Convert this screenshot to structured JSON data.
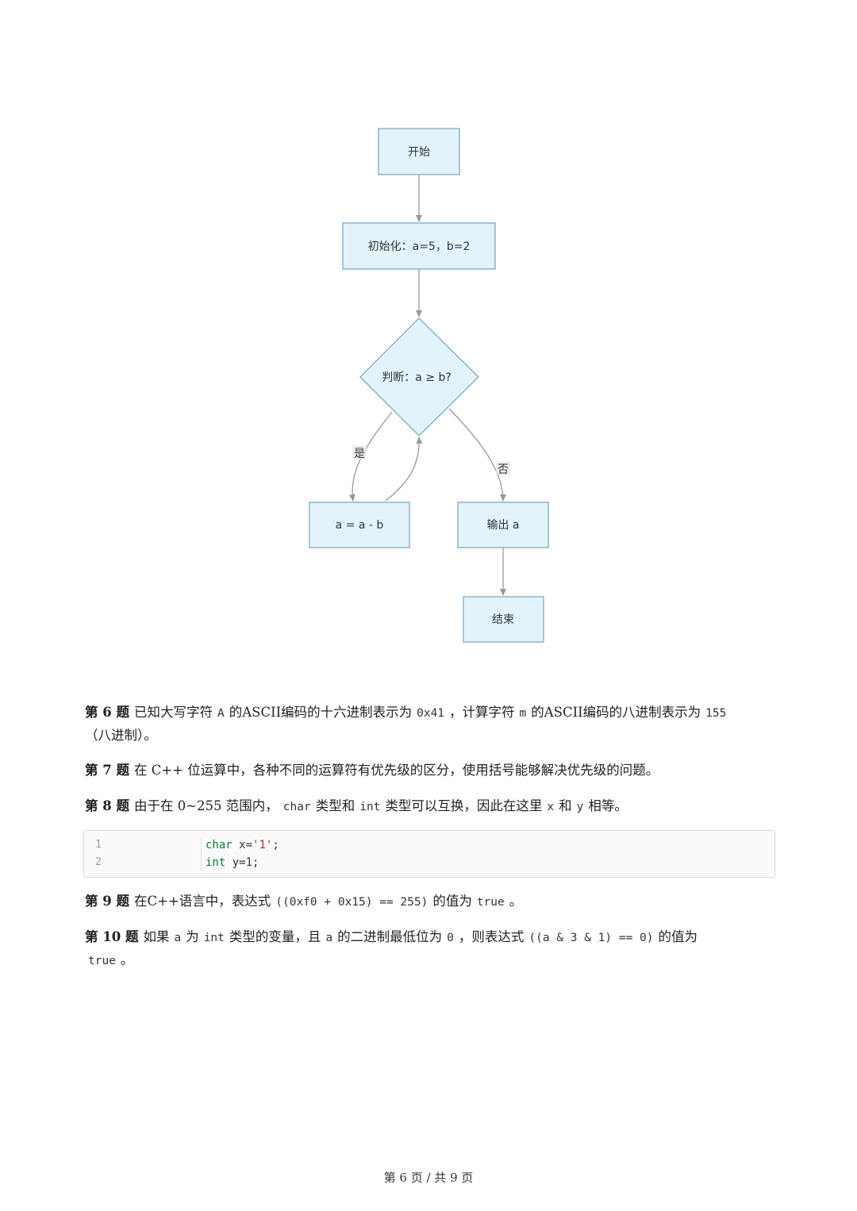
{
  "flowchart": {
    "nodes": {
      "start": "开始",
      "init": "初始化：a=5，b=2",
      "decision": "判断：a ≥ b?",
      "subtract": "a = a - b",
      "output": "输出 a",
      "end": "结束"
    },
    "edge_labels": {
      "yes": "是",
      "no": "否"
    },
    "colors": {
      "node_fill": "#e3f3fb",
      "node_stroke": "#7fa9c4",
      "edge": "#999999"
    }
  },
  "questions": [
    {
      "no": "第 6 题",
      "t1": "已知大写字符",
      "c1": "A",
      "t2": "的ASCII编码的十六进制表示为",
      "c2": "0x41",
      "t3": "，计算字符",
      "c3": "m",
      "t4": "的ASCII编码的八进制表示为",
      "c4": "155",
      "t5": "（八进制）。"
    },
    {
      "no": "第 7 题",
      "t1": "在 C++ 位运算中，各种不同的运算符有优先级的区分，使用括号能够解决优先级的问题。"
    },
    {
      "no": "第 8 题",
      "t1": "由于在 0~255 范围内，",
      "c1": "char",
      "t2": "类型和",
      "c2": "int",
      "t3": "类型可以互换，因此在这里",
      "c3": "x",
      "t4": "和",
      "c4": "y",
      "t5": "相等。"
    },
    {
      "no": "第 9 题",
      "t1": "在C++语言中，表达式",
      "c1": "((0xf0 + 0x15) == 255)",
      "t2": "的值为",
      "c2": "true",
      "t3": "。"
    },
    {
      "no": "第 10 题",
      "t1": "如果",
      "c1": "a",
      "t2": "为",
      "c2": "int",
      "t3": "类型的变量，且",
      "c3": "a",
      "t4": "的二进制最低位为",
      "c4": "0",
      "t5": "，则表达式",
      "c5": "((a & 3 & 1) == 0)",
      "t6": "的值为",
      "c6": "true",
      "t7": "。"
    }
  ],
  "code": {
    "lines": [
      {
        "num": "1",
        "kw": "char",
        "rest1": " x=",
        "str": "'1'",
        "rest2": ";"
      },
      {
        "num": "2",
        "kw": "int",
        "rest1": " y=1;",
        "str": "",
        "rest2": ""
      }
    ]
  },
  "footer": "第 6 页 / 共 9 页"
}
